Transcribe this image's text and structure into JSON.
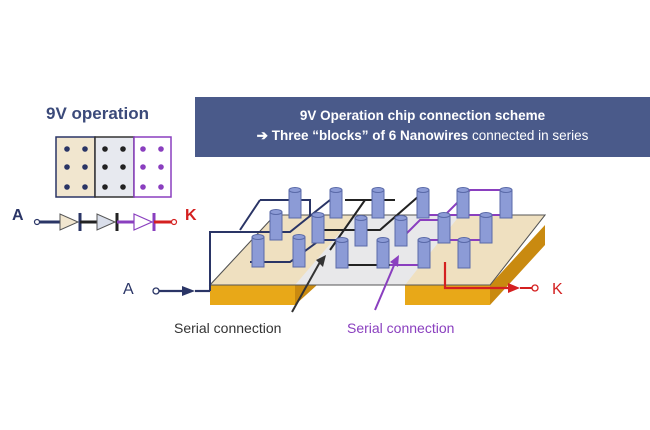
{
  "left_panel": {
    "title": "9V operation",
    "blocks": [
      {
        "color": "#2a3566",
        "fill": "#f1e6cf"
      },
      {
        "color": "#222222",
        "fill": "#e7e9ef"
      },
      {
        "color": "#8a3fbf",
        "fill": "#ffffff"
      }
    ],
    "anode_label": "A",
    "cathode_label": "K"
  },
  "banner": {
    "line1": "9V Operation chip connection scheme",
    "line2_arrow": "➔",
    "line2_bold1": "Three “blocks” of 6 Nanowires",
    "line2_rest": " connected in series"
  },
  "chip": {
    "anode_label": "A",
    "cathode_label": "K",
    "callout_black": "Serial connection",
    "callout_purple": "Serial connection"
  },
  "colors": {
    "navy": "#2a3566",
    "black": "#222222",
    "purple": "#8a3fbf",
    "red": "#d42020",
    "gold": "#e8a818",
    "beige": "#efe0c0",
    "nanowire": "#8c9bd6"
  }
}
